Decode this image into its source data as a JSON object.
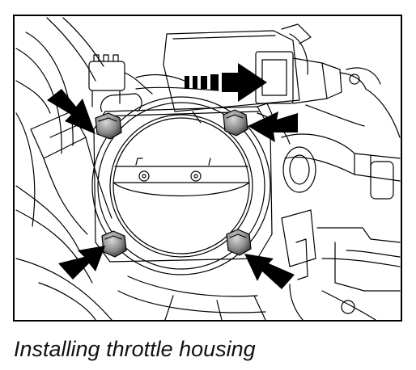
{
  "figure": {
    "caption": "Installing throttle housing"
  },
  "colors": {
    "line": "#000000",
    "background": "#ffffff",
    "arrow_fill": "#000000",
    "bolt_fill": "#8a8a8a"
  },
  "icons": {
    "callout_arrow": "arrow-icon",
    "bolt": "bolt-icon",
    "connector_arrow": "dashed-arrow-icon"
  },
  "callouts": {
    "bolt_count": 4,
    "connector_count": 1
  }
}
